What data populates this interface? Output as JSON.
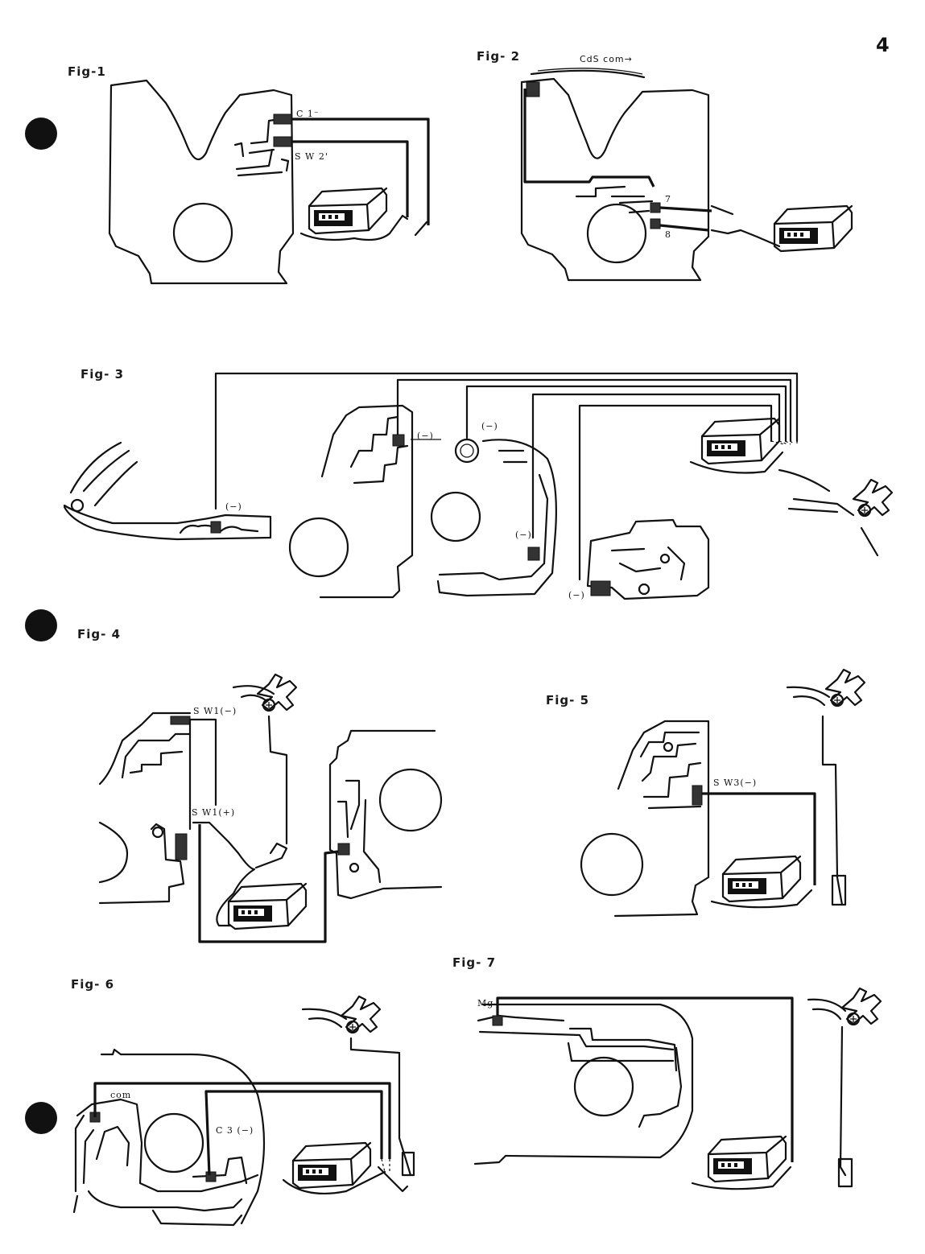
{
  "page": {
    "number": "4"
  },
  "figures": [
    {
      "id": "fig1",
      "caption": "Fig-1",
      "labels": [
        "C 1⁻",
        "S W 2'"
      ]
    },
    {
      "id": "fig2",
      "caption": "Fig- 2",
      "labels": [
        "CdS  com→",
        "7",
        "8"
      ]
    },
    {
      "id": "fig3",
      "caption": "Fig- 3",
      "labels": [
        "(−)",
        "(−)",
        "(−)",
        "(−)",
        "(−)",
        "(−)"
      ]
    },
    {
      "id": "fig4",
      "caption": "Fig- 4",
      "labels": [
        "S W1(−)",
        "S W1(+)"
      ]
    },
    {
      "id": "fig5",
      "caption": "Fig- 5",
      "labels": [
        "S W3(−)"
      ]
    },
    {
      "id": "fig6",
      "caption": "Fig- 6",
      "labels": [
        "com",
        "C 3 (−)"
      ]
    },
    {
      "id": "fig7",
      "caption": "Fig- 7",
      "labels": [
        "Mg"
      ]
    }
  ],
  "binder_holes": 3
}
